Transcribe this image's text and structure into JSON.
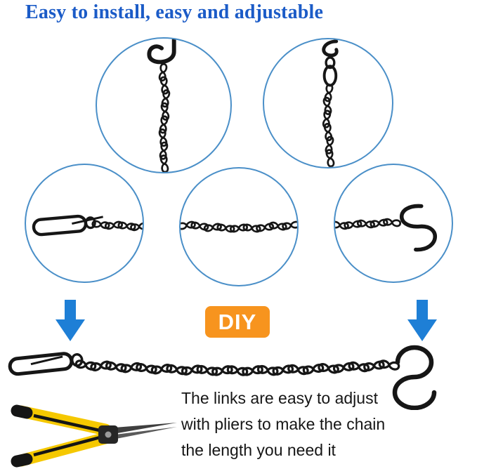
{
  "title": "Easy to install, easy and adjustable",
  "badge": {
    "label": "DIY",
    "bg_color": "#f7941e",
    "text_color": "#ffffff"
  },
  "caption": {
    "lines": [
      "The links are easy to adjust",
      "with pliers to make the chain",
      "the length you need it"
    ],
    "color": "#161616"
  },
  "figures": {
    "top_left": "ceiling-hook-with-hanging-chain",
    "top_right": "swivel-clip-with-hanging-chain",
    "mid_left": "spring-clasp-with-chain-links",
    "mid_center": "jack-chain-links",
    "mid_right": "chain-links-with-s-hook",
    "product": "black-chain-with-clasp-and-s-hook",
    "tool": "long-nose-pliers"
  },
  "colors": {
    "title_text": "#1b5bc7",
    "circle_border": "#4a8fc8",
    "arrow": "#1e7fd6",
    "chain": "#161616",
    "pliers_handle": "#f5c800"
  }
}
